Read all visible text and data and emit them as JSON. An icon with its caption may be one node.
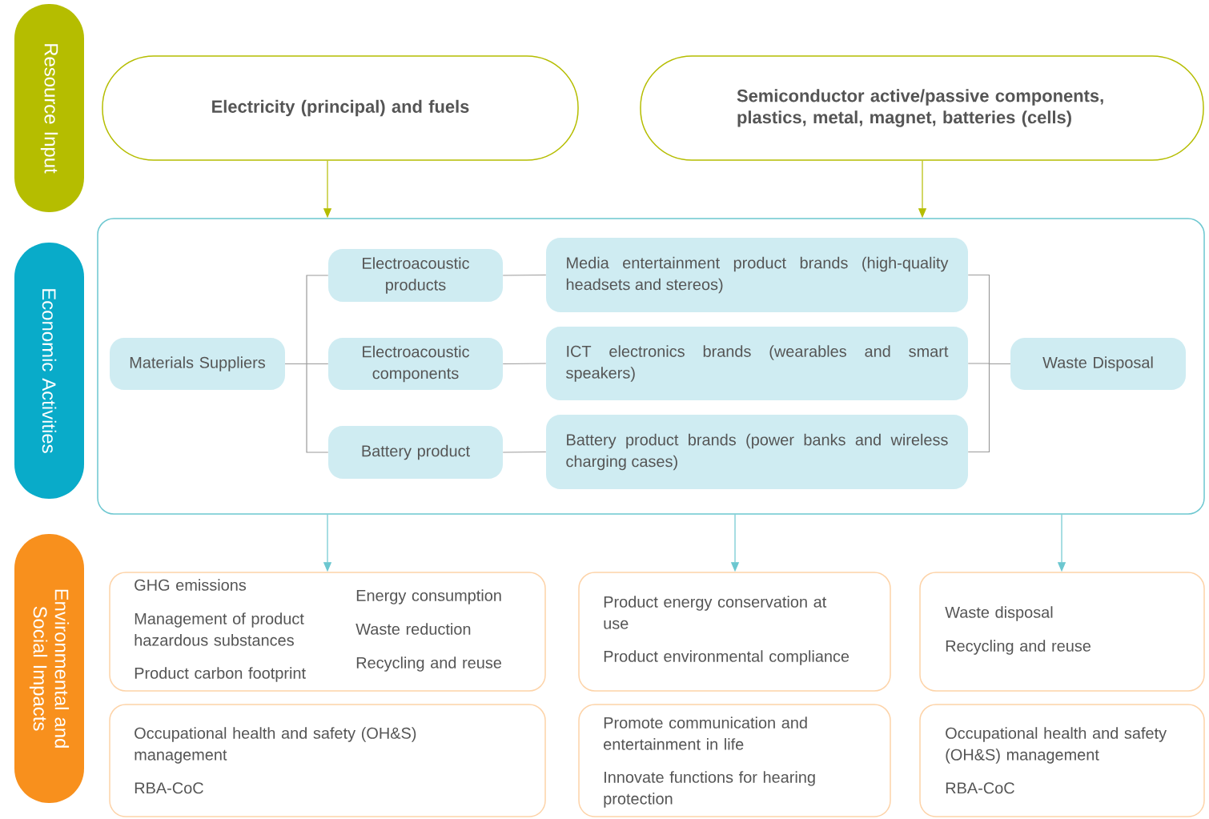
{
  "diagram": {
    "nodes": [
      {
        "text": [
          "Resource Input"
        ]
      },
      {
        "text": [
          "Economic Activities"
        ]
      },
      {
        "text": [
          "Environmental and Social Impacts"
        ]
      },
      {
        "text": [
          "Electricity (principal) and fuels"
        ]
      },
      {
        "text": [
          "Semiconductor active/passive components, plastics, metal, magnet, batteries (cells)"
        ]
      },
      {
        "text": [],
        "shape": "box"
      },
      {
        "text": [
          "Materials Suppliers"
        ],
        "in": 5
      },
      {
        "text": [
          "Electroacoustic products"
        ],
        "in": 5
      },
      {
        "text": [
          "Electroacoustic components"
        ],
        "in": 5
      },
      {
        "text": [
          "Battery product"
        ],
        "in": 5
      },
      {
        "text": [
          "Media entertainment product brands (high-quality headsets and stereos)"
        ],
        "in": 5
      },
      {
        "text": [
          "ICT electronics brands (wearables and smart speakers)"
        ],
        "in": 5
      },
      {
        "text": [
          "Battery product brands (power banks and wireless charging cases)"
        ],
        "in": 5
      },
      {
        "text": [
          "Waste Disposal"
        ],
        "in": 5
      },
      {
        "text": [
          "GHG emissions",
          "Management of product hazardous substances",
          "Product carbon footprint",
          "Energy consumption",
          "Waste reduction",
          "Recycling and reuse"
        ]
      },
      {
        "text": [
          "Product energy conservation at use",
          "Product environmental compliance"
        ]
      },
      {
        "text": [
          "Waste disposal",
          "Recycling and reuse"
        ]
      },
      {
        "text": [
          "Occupational health and safety (OH&S) management",
          "RBA-CoC"
        ]
      },
      {
        "text": [
          "Promote communication and entertainment in life",
          "Innovate functions for hearing protection"
        ]
      },
      {
        "text": [
          "Occupational health and safety (OH&S) management",
          "RBA-CoC"
        ]
      }
    ],
    "edges": [
      {
        "from": 3,
        "to": 5,
        "arrow": "to",
        "color": "#b5bd00"
      },
      {
        "from": 4,
        "to": 5,
        "arrow": "to",
        "color": "#b5bd00"
      },
      {
        "from": 6,
        "to": 7,
        "arrow": "none"
      },
      {
        "from": 6,
        "to": 8,
        "arrow": "none"
      },
      {
        "from": 6,
        "to": 9,
        "arrow": "none"
      },
      {
        "from": 7,
        "to": 10,
        "arrow": "none"
      },
      {
        "from": 8,
        "to": 11,
        "arrow": "none"
      },
      {
        "from": 9,
        "to": 12,
        "arrow": "none"
      },
      {
        "from": 10,
        "to": 13,
        "arrow": "none"
      },
      {
        "from": 11,
        "to": 13,
        "arrow": "none"
      },
      {
        "from": 12,
        "to": 13,
        "arrow": "none"
      },
      {
        "from": 5,
        "to": 14,
        "arrow": "to",
        "color": "#6cc7d0"
      },
      {
        "from": 5,
        "to": 15,
        "arrow": "to",
        "color": "#6cc7d0"
      },
      {
        "from": 5,
        "to": 16,
        "arrow": "to",
        "color": "#6cc7d0"
      }
    ]
  }
}
